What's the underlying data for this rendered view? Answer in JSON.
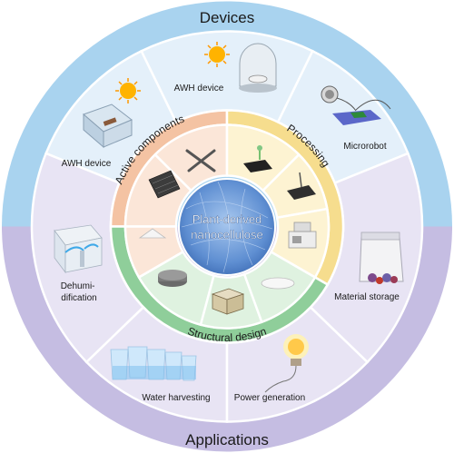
{
  "outer_ring": {
    "top_label": "Devices",
    "bottom_label": "Applications"
  },
  "devices": [
    {
      "label": "AWH device",
      "icon": "solar-awh-box-icon"
    },
    {
      "label": "AWH device",
      "icon": "dome-awh-device-icon"
    },
    {
      "label": "Microrobot",
      "icon": "microrobot-icon"
    }
  ],
  "applications": [
    {
      "label": "Material storage",
      "icon": "storage-bag-icon"
    },
    {
      "label": "Power generation",
      "icon": "light-bulb-icon"
    },
    {
      "label": "Water harvesting",
      "icon": "water-glasses-icon"
    },
    {
      "label": "Dehumi-\ndification",
      "icon": "dehumidifier-box-icon"
    }
  ],
  "inner_ring": {
    "processing": "Processing",
    "structural_design": "Structural design",
    "active_components": "Active components"
  },
  "center": {
    "line1": "Plant-derived",
    "line2": "nanocellulose"
  },
  "colors": {
    "outer_blue": "#a9d3ef",
    "outer_purple": "#c5bde2",
    "device_cell": "#e4f0fa",
    "app_cell": "#e8e4f4",
    "processing": "#f6dd8e",
    "processing_cell": "#fdf3d2",
    "structural": "#8fce9a",
    "structural_cell": "#dff2e0",
    "active": "#f4c3a3",
    "active_cell": "#fbe6d8",
    "center_blue": "#5f8fd2"
  }
}
